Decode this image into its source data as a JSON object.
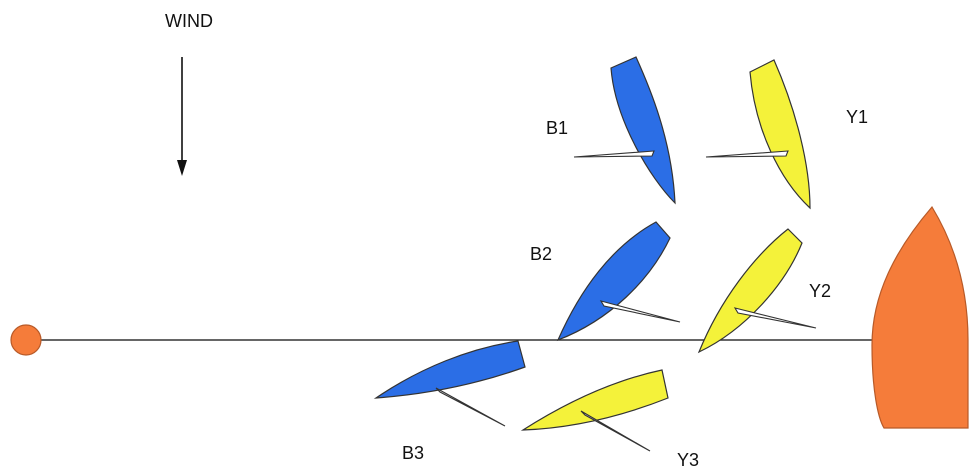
{
  "wind": {
    "label": "WIND",
    "arrow_icon": "down-arrow-icon"
  },
  "colors": {
    "blue": "#2b6ee6",
    "yellow": "#f4f23a",
    "orange": "#f57c3a",
    "line": "#333333",
    "outline": "#333333"
  },
  "boats": [
    {
      "id": "B1",
      "label": "B1",
      "color": "blue"
    },
    {
      "id": "B2",
      "label": "B2",
      "color": "blue"
    },
    {
      "id": "B3",
      "label": "B3",
      "color": "blue"
    },
    {
      "id": "Y1",
      "label": "Y1",
      "color": "yellow"
    },
    {
      "id": "Y2",
      "label": "Y2",
      "color": "yellow"
    },
    {
      "id": "Y3",
      "label": "Y3",
      "color": "yellow"
    }
  ],
  "marks": {
    "pin": "pin-end-buoy",
    "committee": "committee-boat"
  }
}
